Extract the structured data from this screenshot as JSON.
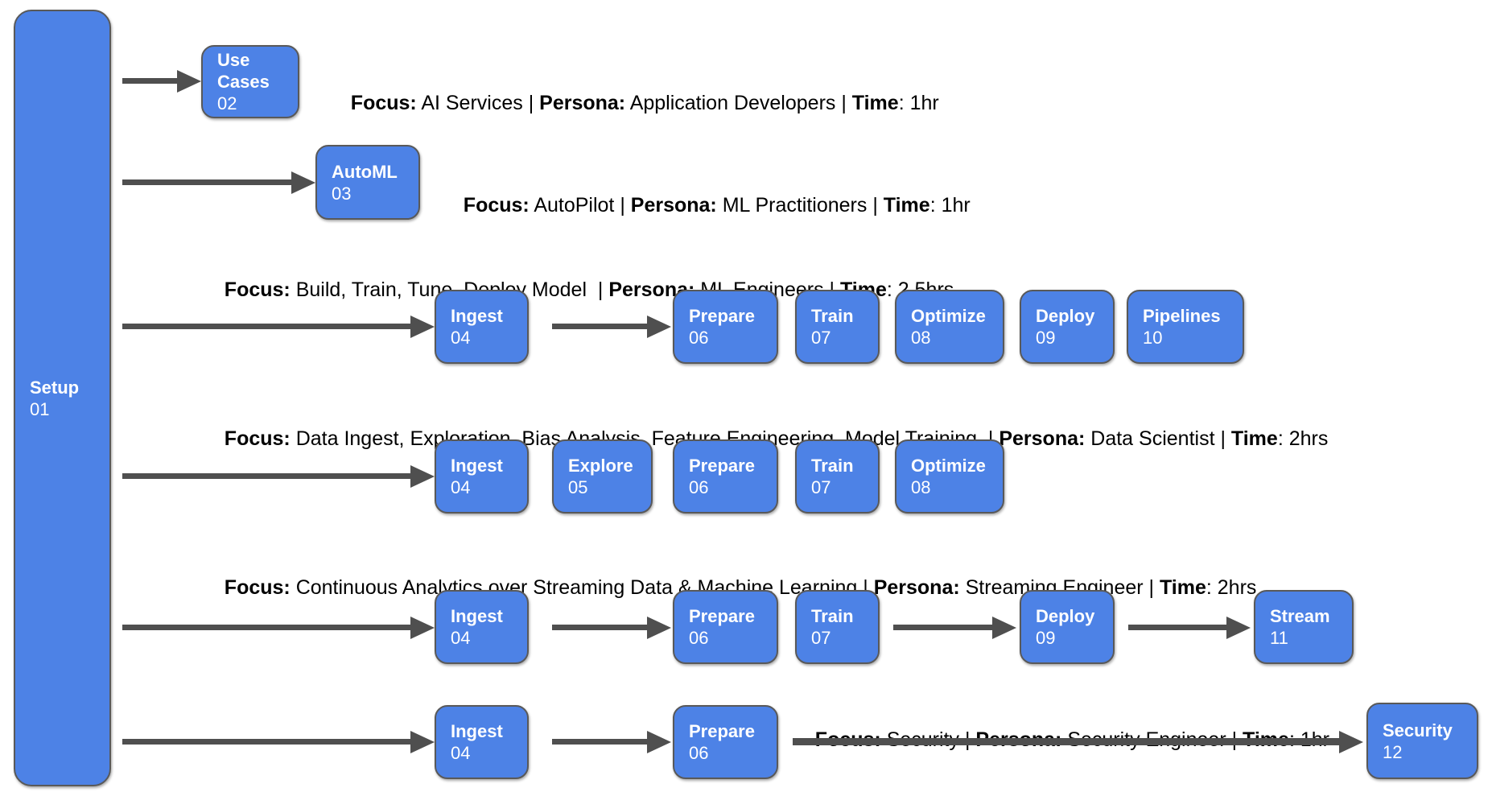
{
  "diagram": {
    "background": "#ffffff",
    "node_fill": "#4d82e6",
    "node_border": "#595959",
    "node_text_color": "#ffffff",
    "arrow_color": "#4f4f4f",
    "heading_color": "#000000"
  },
  "nodes": {
    "setup": {
      "title": "Setup",
      "number": "01"
    },
    "use_cases": {
      "title": "Use Cases",
      "number": "02"
    },
    "automl": {
      "title": "AutoML",
      "number": "03"
    },
    "ingest": {
      "title": "Ingest",
      "number": "04"
    },
    "explore": {
      "title": "Explore",
      "number": "05"
    },
    "prepare": {
      "title": "Prepare",
      "number": "06"
    },
    "train": {
      "title": "Train",
      "number": "07"
    },
    "optimize": {
      "title": "Optimize",
      "number": "08"
    },
    "deploy": {
      "title": "Deploy",
      "number": "09"
    },
    "pipelines": {
      "title": "Pipelines",
      "number": "10"
    },
    "stream": {
      "title": "Stream",
      "number": "11"
    },
    "security": {
      "title": "Security",
      "number": "12"
    }
  },
  "headings": {
    "use_cases": {
      "focus_label": "Focus:",
      "focus_value": " AI Services | ",
      "persona_label": "Persona:",
      "persona_value": " Application Developers | ",
      "time_label": "Time",
      "time_value": ": 1hr"
    },
    "automl": {
      "focus_label": "Focus:",
      "focus_value": " AutoPilot | ",
      "persona_label": "Persona:",
      "persona_value": " ML Practitioners | ",
      "time_label": "Time",
      "time_value": ": 1hr"
    },
    "ml_engineers": {
      "focus_label": "Focus:",
      "focus_value": " Build, Train, Tune, Deploy Model  | ",
      "persona_label": "Persona:",
      "persona_value": " ML Engineers | ",
      "time_label": "Time",
      "time_value": ": 2.5hrs"
    },
    "data_scientist": {
      "focus_label": "Focus:",
      "focus_value": " Data Ingest, Exploration, Bias Analysis, Feature Engineering, Model Training  | ",
      "persona_label": "Persona:",
      "persona_value": " Data Scientist | ",
      "time_label": "Time",
      "time_value": ": 2hrs"
    },
    "streaming_engineer": {
      "focus_label": "Focus:",
      "focus_value": " Continuous Analytics over Streaming Data & Machine Learning | ",
      "persona_label": "Persona:",
      "persona_value": " Streaming Engineer | ",
      "time_label": "Time",
      "time_value": ": 2hrs"
    },
    "security_engineer": {
      "focus_label": "Focus:",
      "focus_value": " Security | ",
      "persona_label": "Persona:",
      "persona_value": " Security Engineer | ",
      "time_label": "Time",
      "time_value": ": 1hr"
    }
  }
}
